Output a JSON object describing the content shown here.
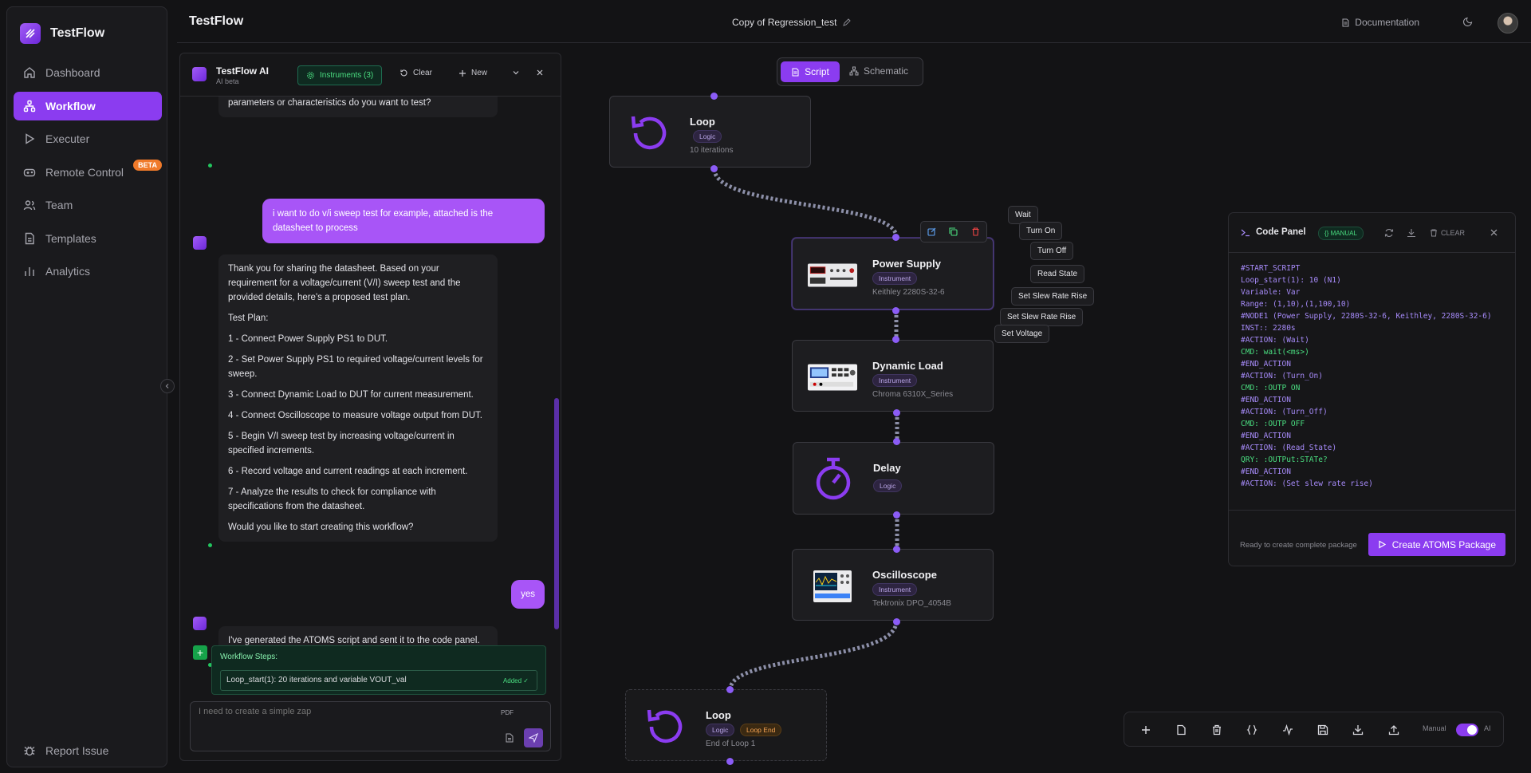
{
  "sidebar": {
    "brand": "TestFlow",
    "items": [
      {
        "label": "Dashboard"
      },
      {
        "label": "Workflow"
      },
      {
        "label": "Executer"
      },
      {
        "label": "Remote Control",
        "badge": "BETA"
      },
      {
        "label": "Team"
      },
      {
        "label": "Templates"
      },
      {
        "label": "Analytics"
      }
    ],
    "report": "Report Issue"
  },
  "topbar": {
    "title": "TestFlow",
    "doc_title": "Copy of Regression_test",
    "documentation": "Documentation"
  },
  "chat": {
    "title": "TestFlow AI",
    "subtitle": "AI beta",
    "instruments_btn": "Instruments (3)",
    "clear_btn": "Clear",
    "new_btn": "New",
    "messages": {
      "ai_partial": "parameters or characteristics do you want to test?",
      "user_1": "i want to do v/i sweep test for example, attached is the datasheet to process",
      "ai_plan": [
        "Thank you for sharing the datasheet. Based on your requirement for a voltage/current (V/I) sweep test and the provided details, here's a proposed test plan.",
        "Test Plan:",
        "1 - Connect Power Supply PS1 to DUT.",
        "2 - Set Power Supply PS1 to required voltage/current levels for sweep.",
        "3 - Connect Dynamic Load to DUT for current measurement.",
        "4 - Connect Oscilloscope to measure voltage output from DUT.",
        "5 - Begin V/I sweep test by increasing voltage/current in specified increments.",
        "6 - Record voltage and current readings at each increment.",
        "7 - Analyze the results to check for compliance with specifications from the datasheet.",
        "Would you like to start creating this workflow?"
      ],
      "user_2": "yes",
      "ai_final": "I've generated the ATOMS script and sent it to the code panel. You can review and execute it there."
    },
    "workflow_steps": {
      "title": "Workflow Steps:",
      "step": "Loop_start(1): 20 iterations and variable VOUT_val",
      "status": "Added ✓"
    },
    "input_placeholder": "I need to create a simple zap",
    "pdf_label": "PDF"
  },
  "canvas": {
    "view_toggle": {
      "script": "Script",
      "schematic": "Schematic"
    },
    "nodes": [
      {
        "title": "Loop",
        "tag": "Logic",
        "sub": "10 iterations"
      },
      {
        "title": "Power Supply",
        "tag": "Instrument",
        "sub": "Keithley 2280S-32-6"
      },
      {
        "title": "Dynamic Load",
        "tag": "Instrument",
        "sub": "Chroma 6310X_Series"
      },
      {
        "title": "Delay",
        "tag": "Logic",
        "sub": ""
      },
      {
        "title": "Oscilloscope",
        "tag": "Instrument",
        "sub": "Tektronix DPO_4054B"
      },
      {
        "title": "Loop",
        "tag": "Logic",
        "tag2": "Loop End",
        "sub": "End of Loop 1"
      }
    ],
    "actions": [
      "Wait",
      "Turn On",
      "Turn Off",
      "Read State",
      "Set Slew Rate Rise",
      "Set Slew Rate Rise",
      "Set Voltage"
    ]
  },
  "code_panel": {
    "title": "Code Panel",
    "mode": "{} MANUAL",
    "clear": "CLEAR",
    "lines": [
      {
        "t": "#START_SCRIPT",
        "c": "blue"
      },
      {
        "t": "Loop_start(1): 10 (N1)",
        "c": "blue"
      },
      {
        "t": "Variable: Var",
        "c": "blue"
      },
      {
        "t": "Range: (1,10),(1,100,10)",
        "c": "blue"
      },
      {
        "t": "#NODE1 (Power Supply, 2280S-32-6, Keithley, 2280S-32-6)",
        "c": "blue"
      },
      {
        "t": "INST:: 2280s",
        "c": "blue"
      },
      {
        "t": "#ACTION: (Wait)",
        "c": "blue"
      },
      {
        "t": "CMD: wait(<ms>)",
        "c": "green"
      },
      {
        "t": "#END_ACTION",
        "c": "blue"
      },
      {
        "t": "#ACTION: (Turn_On)",
        "c": "blue"
      },
      {
        "t": "CMD: :OUTP ON",
        "c": "green"
      },
      {
        "t": "#END_ACTION",
        "c": "blue"
      },
      {
        "t": "#ACTION: (Turn_Off)",
        "c": "blue"
      },
      {
        "t": "CMD: :OUTP OFF",
        "c": "green"
      },
      {
        "t": "#END_ACTION",
        "c": "blue"
      },
      {
        "t": "#ACTION: (Read_State)",
        "c": "blue"
      },
      {
        "t": "QRY: :OUTPut:STATe?",
        "c": "green"
      },
      {
        "t": "#END_ACTION",
        "c": "blue"
      },
      {
        "t": "#ACTION: (Set slew rate rise)",
        "c": "blue"
      }
    ],
    "ready_text": "Ready to create complete package",
    "create_btn": "Create ATOMS Package"
  },
  "toolbar": {
    "manual": "Manual",
    "ai": "AI"
  },
  "colors": {
    "accent": "#8b3cf0",
    "user_bubble": "#a855f7",
    "success": "#4ade80",
    "beta": "#f07a2a"
  }
}
